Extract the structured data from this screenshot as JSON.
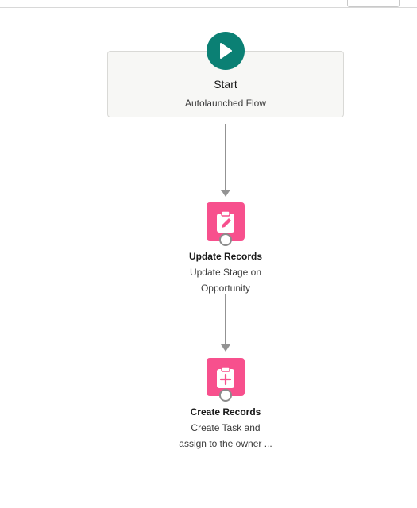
{
  "start": {
    "title": "Start",
    "subtitle": "Autolaunched Flow",
    "icon": "play-icon",
    "color": "#0b8074"
  },
  "elements": [
    {
      "title": "Update Records",
      "description_lines": [
        "Update Stage on",
        "Opportunity"
      ],
      "icon": "clipboard-edit-icon",
      "color": "#f7508d"
    },
    {
      "title": "Create Records",
      "description_lines": [
        "Create Task and",
        "assign to the owner ..."
      ],
      "icon": "clipboard-add-icon",
      "color": "#f7508d"
    }
  ]
}
